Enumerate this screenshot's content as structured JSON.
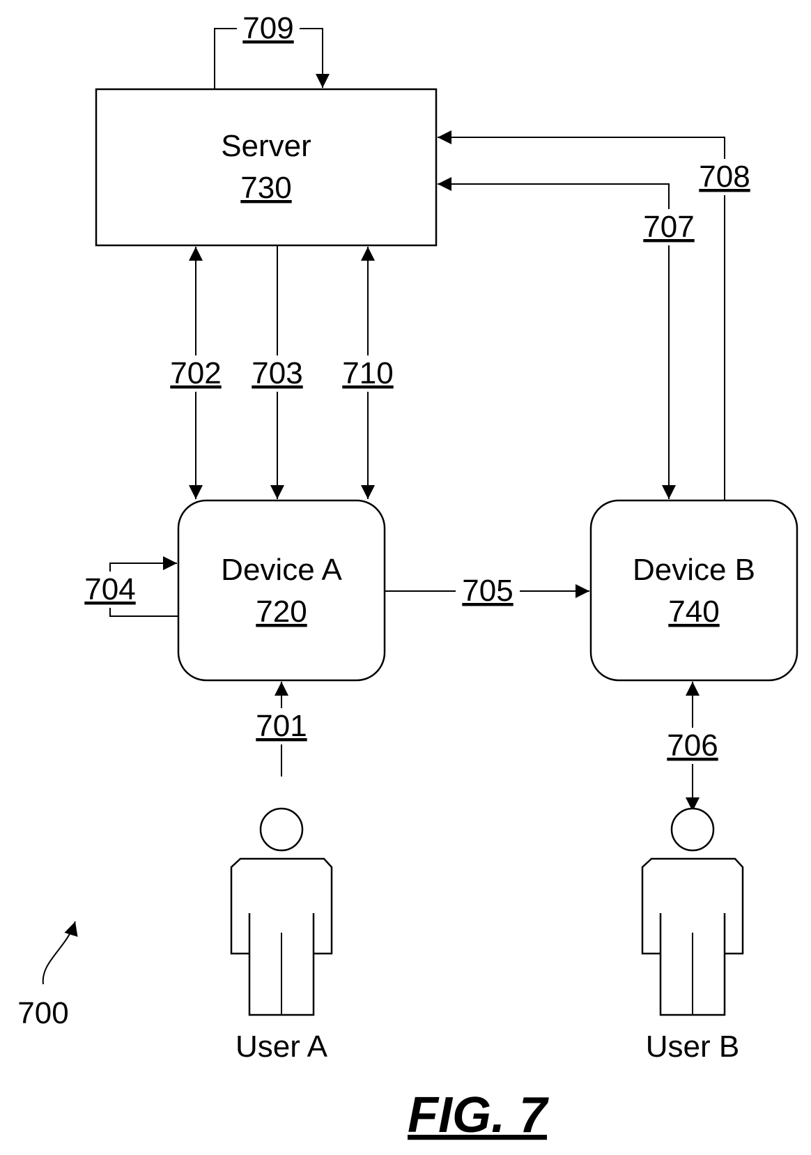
{
  "server": {
    "name": "Server",
    "ref": "730"
  },
  "device_a": {
    "name": "Device A",
    "ref": "720"
  },
  "device_b": {
    "name": "Device B",
    "ref": "740"
  },
  "user_a": {
    "label": "User A"
  },
  "user_b": {
    "label": "User B"
  },
  "arrows": {
    "a701": "701",
    "a702": "702",
    "a703": "703",
    "a704": "704",
    "a705": "705",
    "a706": "706",
    "a707": "707",
    "a708": "708",
    "a709": "709",
    "a710": "710"
  },
  "figure_ref": "700",
  "figure_caption": "FIG. 7"
}
